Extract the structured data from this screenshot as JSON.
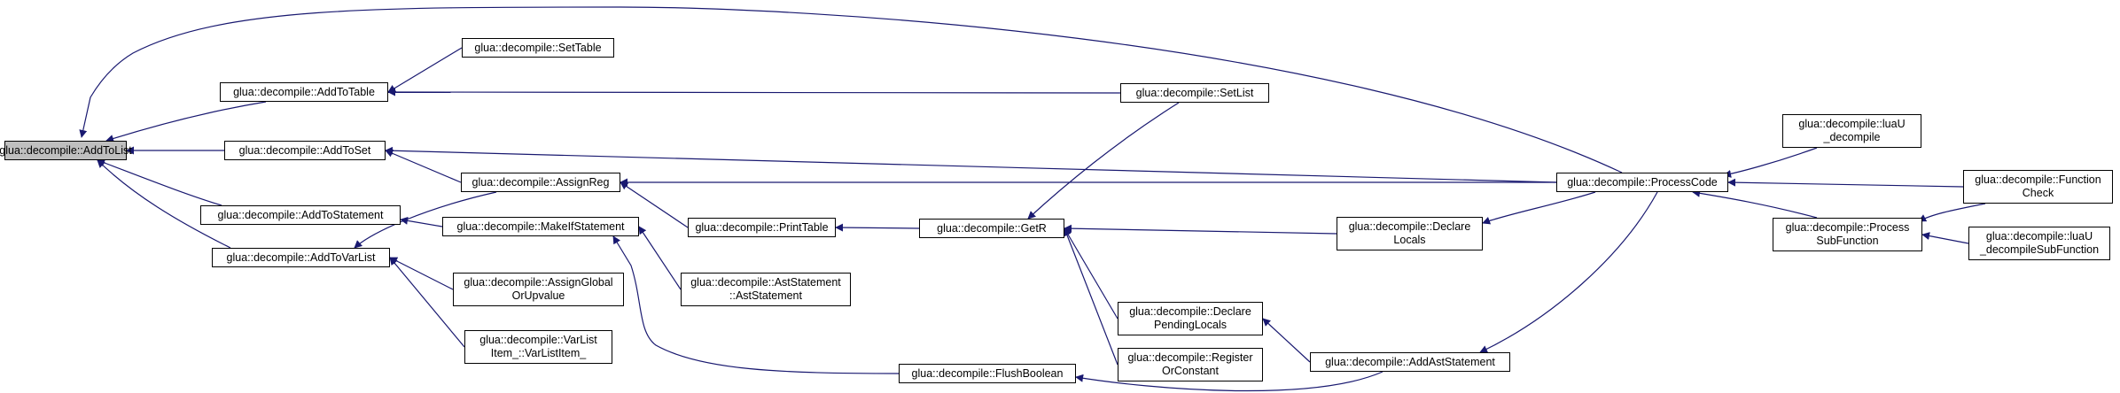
{
  "diagram": {
    "type": "call-graph",
    "colors": {
      "edge": "#191970",
      "root_fill": "#bfbfbf",
      "node_fill": "#ffffff",
      "border": "#000000"
    },
    "nodes": [
      {
        "id": "addtolist",
        "lines": [
          "glua::decompile::AddToList"
        ],
        "root": true
      },
      {
        "id": "addtotable",
        "lines": [
          "glua::decompile::AddToTable"
        ]
      },
      {
        "id": "addtoset",
        "lines": [
          "glua::decompile::AddToSet"
        ]
      },
      {
        "id": "addtostatement",
        "lines": [
          "glua::decompile::AddToStatement"
        ]
      },
      {
        "id": "addtovarlist",
        "lines": [
          "glua::decompile::AddToVarList"
        ]
      },
      {
        "id": "settable",
        "lines": [
          "glua::decompile::SetTable"
        ]
      },
      {
        "id": "assignreg",
        "lines": [
          "glua::decompile::AssignReg"
        ]
      },
      {
        "id": "makeifstatement",
        "lines": [
          "glua::decompile::MakeIfStatement"
        ]
      },
      {
        "id": "assignglobal",
        "lines": [
          "glua::decompile::AssignGlobal",
          "OrUpvalue"
        ]
      },
      {
        "id": "varlistitem",
        "lines": [
          "glua::decompile::VarList",
          "Item_::VarListItem_"
        ]
      },
      {
        "id": "printtable",
        "lines": [
          "glua::decompile::PrintTable"
        ]
      },
      {
        "id": "aststatement",
        "lines": [
          "glua::decompile::AstStatement",
          "::AstStatement"
        ]
      },
      {
        "id": "flushboolean",
        "lines": [
          "glua::decompile::FlushBoolean"
        ]
      },
      {
        "id": "getr",
        "lines": [
          "glua::decompile::GetR"
        ]
      },
      {
        "id": "setlist",
        "lines": [
          "glua::decompile::SetList"
        ]
      },
      {
        "id": "declarependinglocals",
        "lines": [
          "glua::decompile::Declare",
          "PendingLocals"
        ]
      },
      {
        "id": "registerorconstant",
        "lines": [
          "glua::decompile::Register",
          "OrConstant"
        ]
      },
      {
        "id": "declarelocals",
        "lines": [
          "glua::decompile::Declare",
          "Locals"
        ]
      },
      {
        "id": "addaststatement",
        "lines": [
          "glua::decompile::AddAstStatement"
        ]
      },
      {
        "id": "processcode",
        "lines": [
          "glua::decompile::ProcessCode"
        ]
      },
      {
        "id": "luau_decompile",
        "lines": [
          "glua::decompile::luaU",
          "_decompile"
        ]
      },
      {
        "id": "processsubfunction",
        "lines": [
          "glua::decompile::Process",
          "SubFunction"
        ]
      },
      {
        "id": "functioncheck",
        "lines": [
          "glua::decompile::Function",
          "Check"
        ]
      },
      {
        "id": "luau_decompilesubfunction",
        "lines": [
          "glua::decompile::luaU",
          "_decompileSubFunction"
        ]
      }
    ],
    "edges": [
      {
        "from": "addtotable",
        "to": "addtolist"
      },
      {
        "from": "addtoset",
        "to": "addtolist"
      },
      {
        "from": "addtostatement",
        "to": "addtolist"
      },
      {
        "from": "addtovarlist",
        "to": "addtolist"
      },
      {
        "from": "processcode",
        "to": "addtolist"
      },
      {
        "from": "settable",
        "to": "addtotable"
      },
      {
        "from": "setlist",
        "to": "addtotable"
      },
      {
        "from": "assignreg",
        "to": "addtoset"
      },
      {
        "from": "processcode",
        "to": "addtoset"
      },
      {
        "from": "makeifstatement",
        "to": "addtostatement"
      },
      {
        "from": "assignreg",
        "to": "addtovarlist"
      },
      {
        "from": "assignglobal",
        "to": "addtovarlist"
      },
      {
        "from": "varlistitem",
        "to": "addtovarlist"
      },
      {
        "from": "printtable",
        "to": "assignreg"
      },
      {
        "from": "processcode",
        "to": "assignreg"
      },
      {
        "from": "aststatement",
        "to": "makeifstatement"
      },
      {
        "from": "flushboolean",
        "to": "makeifstatement"
      },
      {
        "from": "getr",
        "to": "printtable"
      },
      {
        "from": "setlist",
        "to": "getr"
      },
      {
        "from": "declarelocals",
        "to": "getr"
      },
      {
        "from": "declarependinglocals",
        "to": "getr"
      },
      {
        "from": "registerorconstant",
        "to": "getr"
      },
      {
        "from": "processcode",
        "to": "declarelocals"
      },
      {
        "from": "addaststatement",
        "to": "declarependinglocals"
      },
      {
        "from": "addaststatement",
        "to": "flushboolean"
      },
      {
        "from": "processcode",
        "to": "addaststatement"
      },
      {
        "from": "luau_decompile",
        "to": "processcode"
      },
      {
        "from": "processsubfunction",
        "to": "processcode"
      },
      {
        "from": "functioncheck",
        "to": "processcode"
      },
      {
        "from": "functioncheck",
        "to": "processsubfunction"
      },
      {
        "from": "luau_decompilesubfunction",
        "to": "processsubfunction"
      }
    ]
  }
}
